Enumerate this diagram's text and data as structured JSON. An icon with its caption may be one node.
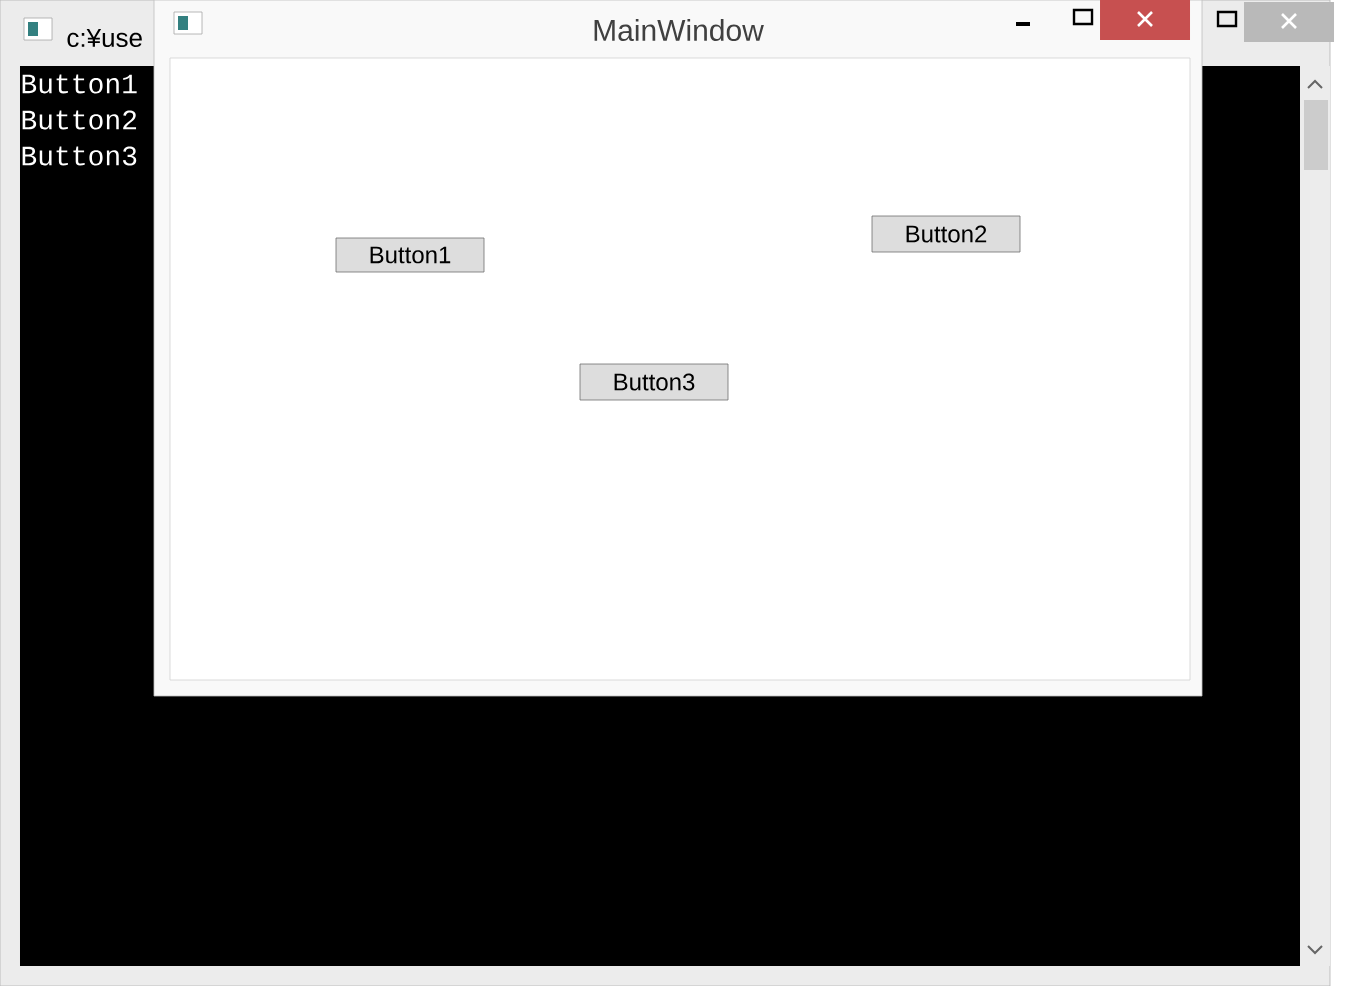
{
  "diagram": {
    "nodes": [
      {
        "text": [
          "c:¥use"
        ]
      },
      {
        "text": [
          "MainWindow"
        ],
        "in": 0
      },
      {
        "text": [
          "Button1"
        ],
        "in": 1
      },
      {
        "text": [
          "Button2"
        ],
        "in": 1
      },
      {
        "text": [
          "Button3"
        ],
        "in": 1
      }
    ],
    "labels": [
      "Button1",
      "Button2",
      "Button3"
    ]
  }
}
